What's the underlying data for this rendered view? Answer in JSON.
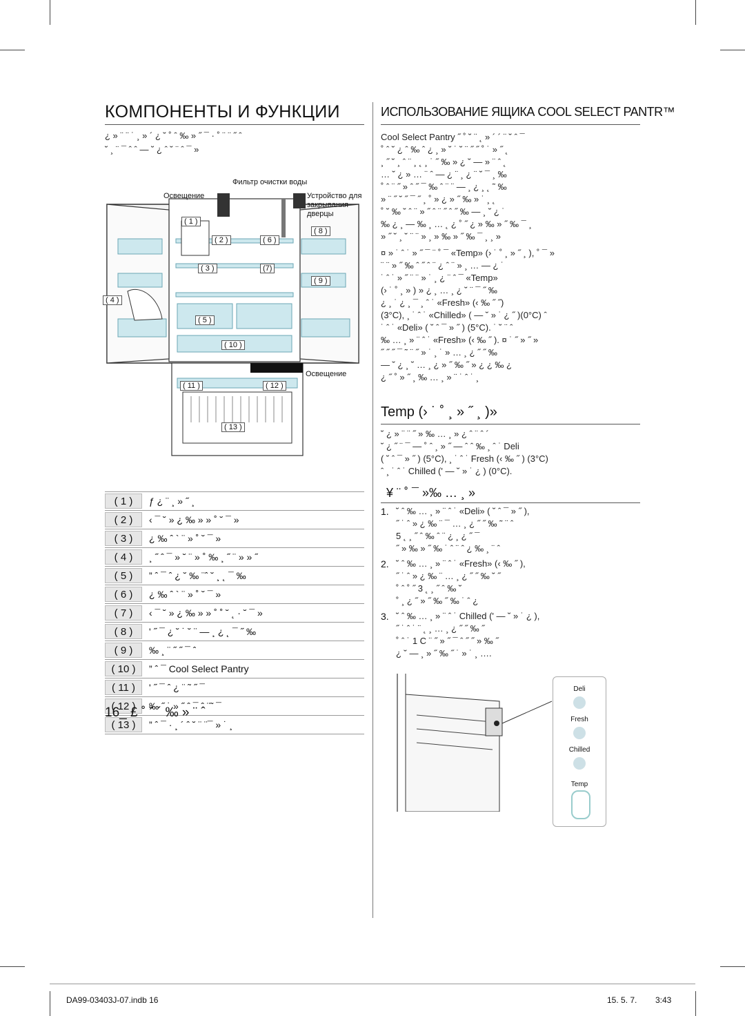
{
  "left": {
    "title": "КОМПОНЕНТЫ И ФУНКЦИИ",
    "intro": [
      "¿ » ¨ ¨ ˙ ¸ » ´ ¿ ˘ ˚ ˆ ‰ » ˝ ¯ · ˚ ¨ ¨ ˝ ˆ",
      "˘ ¸ ¨ ¯ ˆ ˆ — ˘ ¿ ˆ ˘ ¨ ˆ ¯ »"
    ],
    "diagram_labels": {
      "filter": "Фильтр очистки воды",
      "light_top": "Освещение",
      "door_closer": "Устройство для закрывания дверцы",
      "light_bottom": "Освещение"
    },
    "callouts": [
      "( 1 )",
      "( 2 )",
      "( 3 )",
      "( 4 )",
      "( 5 )",
      "( 6 )",
      "(7)",
      "( 8 )",
      "( 9 )",
      "( 10 )",
      "( 11 )",
      "( 12 )",
      "( 13 )"
    ],
    "parts": [
      {
        "num": "( 1 )",
        "name": "ƒ ¿ ¨ ¸ » ˝ ¸"
      },
      {
        "num": "( 2 )",
        "name": "‹ ¯ ˘ » ¿ ‰ » » ˚ ˘ ¯ »"
      },
      {
        "num": "( 3 )",
        "name": "¿ ‰ ˆ ` ¨ » ˚ ˘ ¯ »"
      },
      {
        "num": "( 4 )",
        "name": "¸ ˝ ˆ ¯ » ˘ ¨ » ˚ ‰ ¸ ˝ ¨ » » ˝"
      },
      {
        "num": "( 5 )",
        "name": "” ˆ ¯ ˆ ¿ ˘ ‰ ¨ˆ ˘ ¸ ˛ ¯ ‰"
      },
      {
        "num": "( 6 )",
        "name": "¿ ‰ ˆ ` ¨ » ˚ ˘ ¯ »"
      },
      {
        "num": "( 7 )",
        "name": "‹ ¯ ˘ » ¿ ‰ » » ˚ ˚ ˘ ˛ · ˘ ¯ »"
      },
      {
        "num": "( 8 )",
        "name": "' ˝ ¯ ¿ ˘ ˙ ˘ ¨ — ¸ ¿ ˛ ¯ ˝ ‰"
      },
      {
        "num": "( 9 )",
        "name": "‰ ¸ ¨ ˝ ˝ ¯ ˆ"
      },
      {
        "num": "( 10 )",
        "name": "” ˆ ¯ Cool Select Pantry"
      },
      {
        "num": "( 11 )",
        "name": "' ˝ ¯ ˆ ¿ ¨ ˜ ˝ ¯"
      },
      {
        "num": "( 12 )",
        "name": "‰ ˝ ˙ » ˝ ˆ ¯ ˆ ¨˜ ¯"
      },
      {
        "num": "( 13 )",
        "name": "” ˆ ¯ · ¸ ´ ˆ ˘ ¨ ¨¯ » ˙ ¸"
      }
    ],
    "footer": "16_ £ ˚ ˘ ´ ‰ » ¨ ˆ"
  },
  "right": {
    "title": "ИСПОЛЬЗОВАНИЕ ЯЩИКА COOL SELECT PANTR™",
    "para1": [
      "Cool Select Pantry ˝ ˚ ˘ ¨ ˛ » ´ ´ ¨ ˘ ˆ ¯",
      "˚ ˆ ˘ ¿ ˆ ‰ ˆ ¿ ¸ » ˘ ˙ ˘ ¨ ˝ ˝ ˚ ˙ » ˝ ˛",
      "¸ ˝ ˘ ¸ ˆ ¨ ¸ ˛ ¸ ˙ ˝ ‰ » ¿ ˘ — » ¨ ˆ ˛",
      "… ˘ ¿ » … ¨ ˆ — ¿ ¨ ¸ ¿ ¨ ˘ ¯ ¸ ‰",
      "˚ ˆ ¨ ˝ » ˆ ˝ ¯ ‰ ˆ ¨ ¨ — ¸ ¿ ¸ ˛ ˜ ‰",
      "» ¨ ˝ ˘ ˝ ¯ ˝ ¸ ˚ » ¿ » ˝ ‰ » ˙ ¸ ˛",
      "˚ ˘ ‰ ˘ ˆ ¨ » ˝ ˆ ¨ ˝ ˆ ˝ ‰ — ¸ ˘ ¿ ˙",
      "‰ ¿ ¸ — ‰ ¸ … ˛ ¿ ˚ ˝ ¿ » ‰ » ˝ ‰ ¯ ¸",
      "» ˝ ˘ ¸ ˘ ¨ ¨ » ¸ » ‰ » ˝ ‰ ¯ ¸ ¸ »"
    ],
    "para2": [
      "¤ » ˙ ˆ ˙ » ˝ ¯ ¨ ˚ ¯ «Temp» (› ˙ ˚ ¸ » ˝ ¸ ), ˚ ¯ »",
      "¨ ¨ » ˝ ‰ ˆ ˝ ˆ ¨ ¿ ˆ ¨ » ¸ … — ¿ ˙",
      "˙ ˆ ˙ » ˝ ¨ ¨ » ˙ ¸ ¿ ¨ ˆ ¯ «Temp»",
      "(› ˙ ˚ ¸ » ) » ¿ ¸ … ¸ ¿ ˘ ¨ ¯ ˝ ‰",
      "¿ ¸ ˙ ¿ ¸ ¯ ¸ ˆ ˙ «Fresh» (‹ ‰ ˝ ˝)",
      "(3°C), ¸ ˙ ˆ ˙ «Chilled» ( — ˘ » ˙ ¿ ˝ )(0°C) ˆ",
      "˙ ˆ ˙ «Deli» ( ˘ ˆ ¯ » ˝ ) (5°C). ˙ ˘ ¨ ˆ",
      "‰ … ¸ » ¨ ˆ ˙ «Fresh» (‹ ‰ ˝ ). ¤ ˙ ˝ » ˝ »",
      "˝ ˝ ˝ ¯ ˜ ¨ ˝ » ˙ ¸ ˙ » … ¸ ¿ ˝ ˝ ‰",
      "— ˘ ¿ ¸ ˘ … ¸ ¿ » ˝ ‰ ˝ » ¿ ¿ ‰ ¿",
      "¿ ˝ ˚ » ˝ ¸ ‰ … ¸ » ¨ ˙ ˆ ˙ ¸"
    ],
    "temp_heading": "Temp (› ˙ ˚ ¸ » ˝ ¸ )»",
    "temp_para": [
      "˘ ¿ » ¨ ¨ ˝ » ‰ … ¸ » ¿ ˆ ¨ ˆ ´",
      "˘ ¿ ˝ ¨ ¯ — ˚ ˆ ¸ » ˝ — ˆ ˆ ‰ ¸ ˆ ˙ Deli",
      "( ˘ ˆ ¯ » ˝ ) (5°C), ¸ ˙ ˆ ˙ Fresh (‹ ‰ ˝ ) (3°C)",
      "ˆ ¸ ˙ ˆ ˙ Chilled (' — ˘ » ˙ ¿ ) (0°C)."
    ],
    "steps_heading": "¥ ¨ ˚ ¯ »‰ … ¸ »",
    "steps": [
      {
        "n": "1.",
        "lines": [
          "˘ ˆ ‰ … ¸ » ¨ ˆ ˙ «Deli» ( ˘ ˆ ¯ » ˝ ),",
          "˝ ˙ ˆ » ¿ ‰ ¨ ¯ … ¸ ¿ ˝ ˝ ‰ ˜ ¨ ˆ",
          "5 ˛ ¸ ˝ ˆ ‰ ˆ ¨ ¿ ¸ ¿ ˝ ¯",
          "˝ » ‰ » ˝ ‰ ˙ ˆ ¨ ˆ ¿ ‰ ¸ ¨ ˆ"
        ]
      },
      {
        "n": "2.",
        "lines": [
          "˘ ˆ ‰ … ¸ » ¨ ˆ ˙ «Fresh» (‹ ‰ ˝ ),",
          "˝ ˙ ˆ » ¿ ‰ ¨ … ¸ ¿ ˝ ˝ ‰ ˘ ˝",
          "˚ ˆ ˚ ˝ 3 ˛ ¸ ˝ ˆ ‰ ˘",
          "˚ ¸ ¿ ˝ » ˝ ‰ ˝ ‰ ˙ ˆ ¿"
        ]
      },
      {
        "n": "3.",
        "lines": [
          "˘ ˆ ‰ … ¸ » ¨ ˆ ˙ Chilled (' — ˘ » ˙ ¿ ),",
          "˝ ˙ ˆ ˙ ¨ ˛ ¸ … ¸ ¿ ˝ ˝ ‰ ˝",
          "˚ ˆ ˙ 1 C ¨ ˝ » ˝ ¯ ˆ ˝ ˝ » ‰ ˝",
          "¿ ˘ — ¸ » ˝ ‰ ˝ ˙ » ˙ ¸ …."
        ]
      }
    ],
    "panel": {
      "deli": "Deli",
      "fresh": "Fresh",
      "chilled": "Chilled",
      "temp": "Temp"
    }
  },
  "bottom": {
    "file": "DA99-03403J-07.indb 16",
    "date": "15. 5. 7.",
    "time": "3:43"
  },
  "colors": {
    "shelf": "#cde8ee",
    "shelf_edge": "#6aa6b4",
    "tag_fill": "#e6e6e6"
  }
}
